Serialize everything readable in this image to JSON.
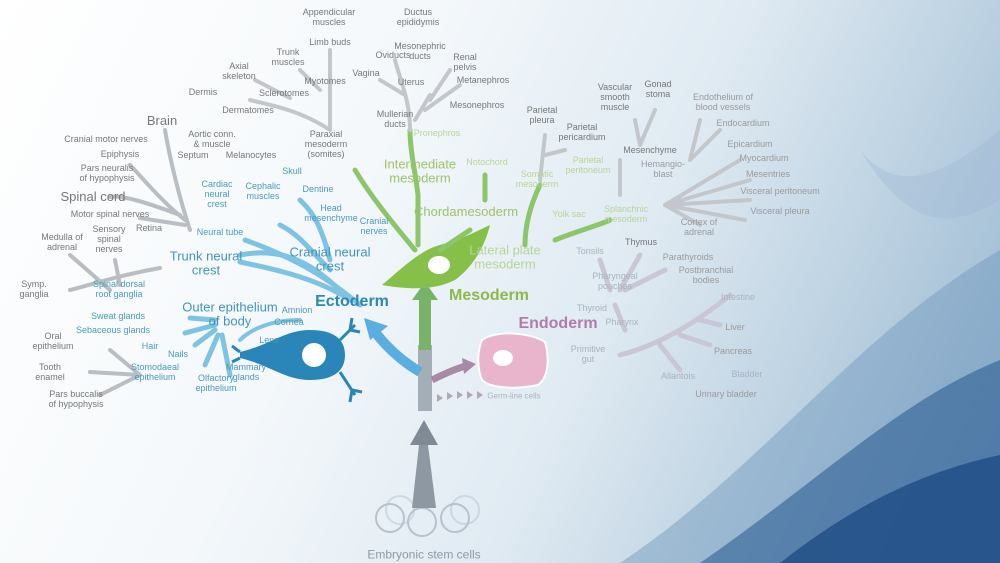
{
  "germ_layers": {
    "ectoderm": "Ectoderm",
    "mesoderm": "Mesoderm",
    "endoderm": "Endoderm"
  },
  "origin": {
    "stem_cells": "Embryonic stem cells",
    "germ_line": "Germ-line cells"
  },
  "colors": {
    "ectoderm": "#2a8ab0",
    "mesoderm": "#8fb84a",
    "endoderm": "#e6b0c8",
    "trunk": "#8a9299"
  },
  "labels": [
    "Appendicular\nmuscles",
    "Limb buds",
    "Trunk\nmuscles",
    "Axial\nskeleton",
    "Myotomes",
    "Dermis",
    "Sclerotomes",
    "Dermatomes",
    "Brain",
    "Cranial motor nerves",
    "Aortic conn.\n& muscle",
    "Paraxial\nmesoderm\n(somites)",
    "Epiphysis",
    "Septum",
    "Melanocytes",
    "Pars neuralis\nof hypophysis",
    "Spinal cord",
    "Motor spinal nerves",
    "Retina",
    "Sensory\nspinal\nnerves",
    "Medulla of\nadrenal",
    "Symp.\nganglia",
    "Pars buccalis\nof hypophysis",
    "Oral\nepithelium",
    "Tooth\nenamel",
    "Ductus\nepididymis",
    "Oviducts",
    "Mesonephric\nducts",
    "Renal\npelvis",
    "Vagina",
    "Uterus",
    "Metanephros",
    "Mesonephros",
    "Mullerian\nducts",
    "Parietal\npleura",
    "Parietal\npericardium",
    "Vascular\nsmooth\nmuscle",
    "Gonad\nstoma",
    "Endothelium of\nblood vessels",
    "Endocardium",
    "Mesenchyme",
    "Epicardium",
    "Myocardium",
    "Mesentries",
    "Hemangio-\nblast",
    "Visceral peritoneum",
    "Visceral pleura",
    "Cortex of\nadrenal",
    "Thymus",
    "Tonsils",
    "Parathyroids",
    "Postbranchial\nbodies",
    "Pharyngeal\npouches",
    "Thyroid",
    "Pharynx",
    "Intestine",
    "Liver",
    "Primitive\ngut",
    "Pancreas",
    "Allantois",
    "Bladder",
    "Urinary bladder",
    "Pronephros",
    "Intermediate\nmesoderm",
    "Notochord",
    "Somatic\nmesoderm",
    "Parietal\nperitoneum",
    "Chordamesoderm",
    "Yolk sac",
    "Splanchnic\nmesoderm",
    "Lateral plate\nmesoderm",
    "Skull",
    "Dentine",
    "Cardiac\nneural\ncrest",
    "Cephalic\nmuscles",
    "Head\nmesenchyme",
    "Cranial\nnerves",
    "Neural tube",
    "Cranial neural\ncrest",
    "Trunk neural\ncrest",
    "Spinal dorsal\nroot ganglia",
    "Outer epithelium\nof body",
    "Amnion",
    "Cornea",
    "Sweat glands",
    "Sebaceous glands",
    "Lens",
    "Hair",
    "Nails",
    "Stomodaeal\nepithelium",
    "Mammary\nglands",
    "Olfactory\nepithelium"
  ]
}
